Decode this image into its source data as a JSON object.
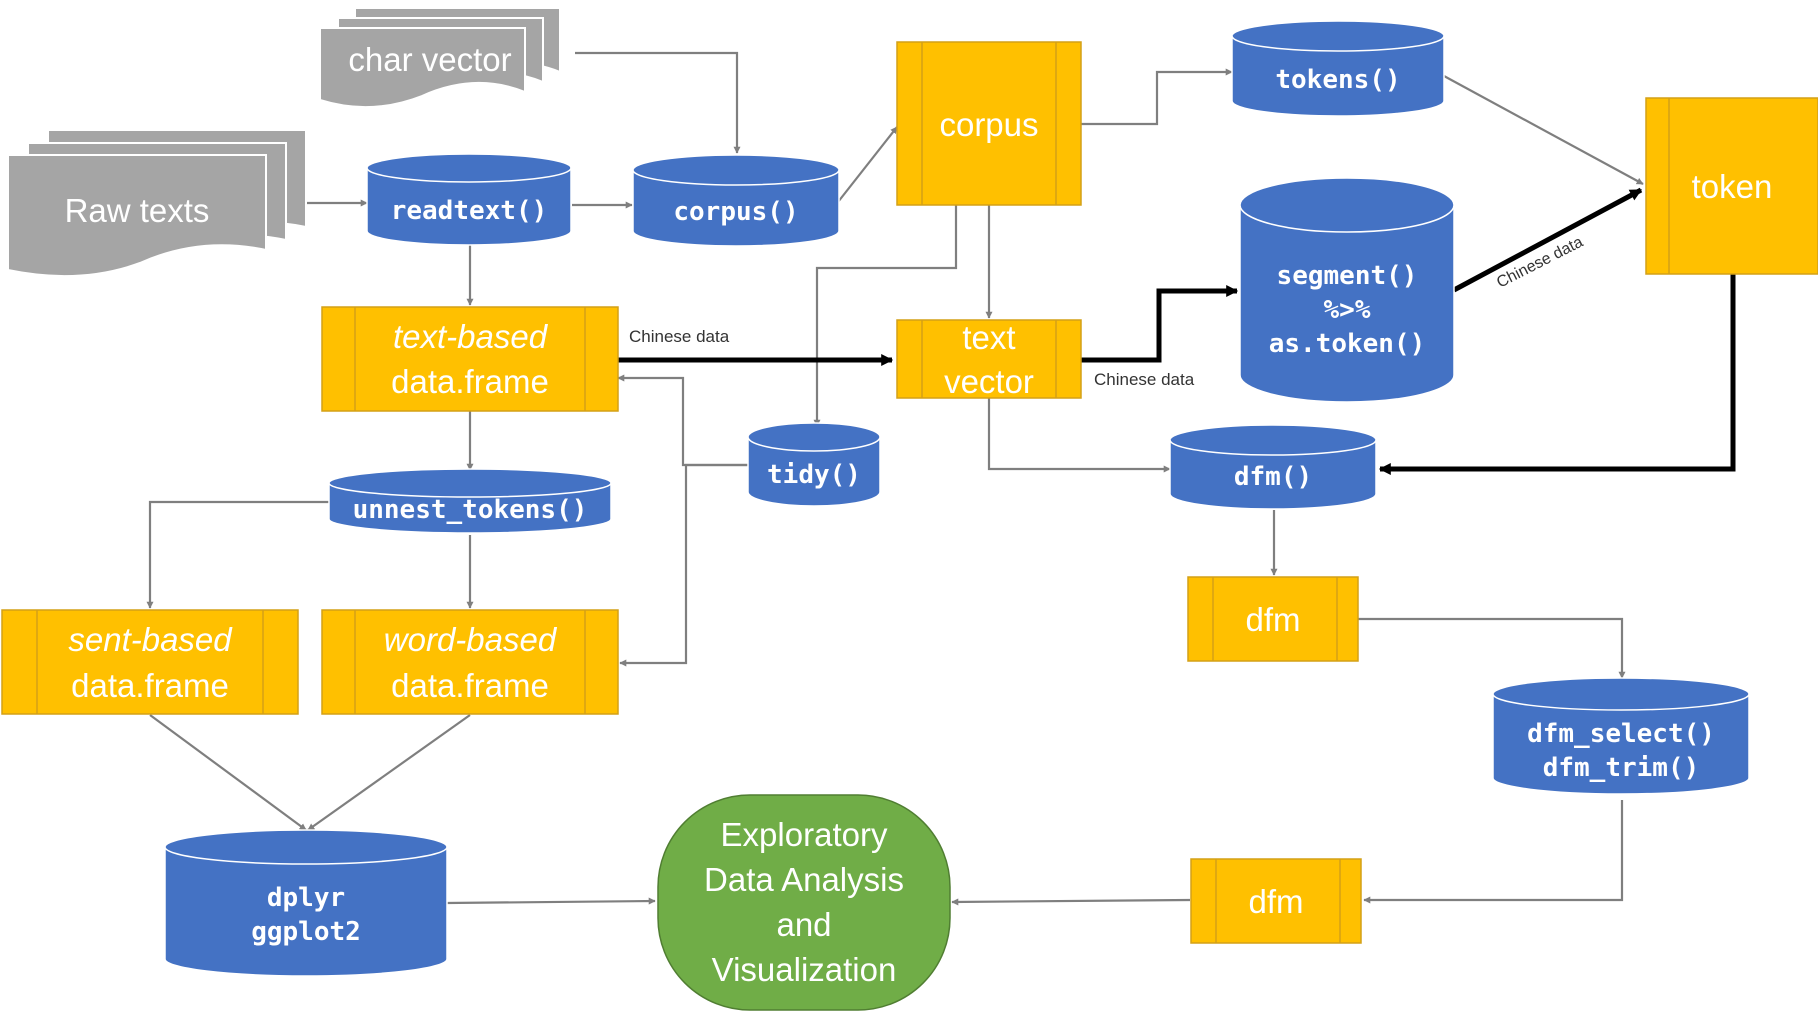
{
  "colors": {
    "document": "#a5a5a5",
    "function": "#4472c4",
    "object": "#ffc000",
    "analysis": "#70ad47",
    "arrow": "#7f7f7f",
    "chinese_arrow": "#000000"
  },
  "documents": {
    "char_vector": "char vector",
    "raw_texts": "Raw texts"
  },
  "functions": {
    "readtext": "readtext()",
    "corpus_fn": "corpus()",
    "tokens_fn": "tokens()",
    "segment": [
      "segment()",
      "%>%",
      "as.token()"
    ],
    "unnest_tokens": "unnest_tokens()",
    "tidy": "tidy()",
    "dfm_fn": "dfm()",
    "dfm_select_trim": [
      "dfm_select()",
      "dfm_trim()"
    ],
    "dplyr_ggplot": [
      "dplyr",
      "ggplot2"
    ]
  },
  "objects": {
    "corpus": "corpus",
    "token": "token",
    "text_based": [
      "text-based",
      "data.frame"
    ],
    "text_vector": [
      "text",
      "vector"
    ],
    "sent_based": [
      "sent-based",
      "data.frame"
    ],
    "word_based": [
      "word-based",
      "data.frame"
    ],
    "dfm_1": "dfm",
    "dfm_2": "dfm"
  },
  "analysis": [
    "Exploratory",
    "Data Analysis",
    "and",
    "Visualization"
  ],
  "edge_labels": {
    "chinese_1": "Chinese data",
    "chinese_2": "Chinese data",
    "chinese_3": "Chinese data"
  }
}
